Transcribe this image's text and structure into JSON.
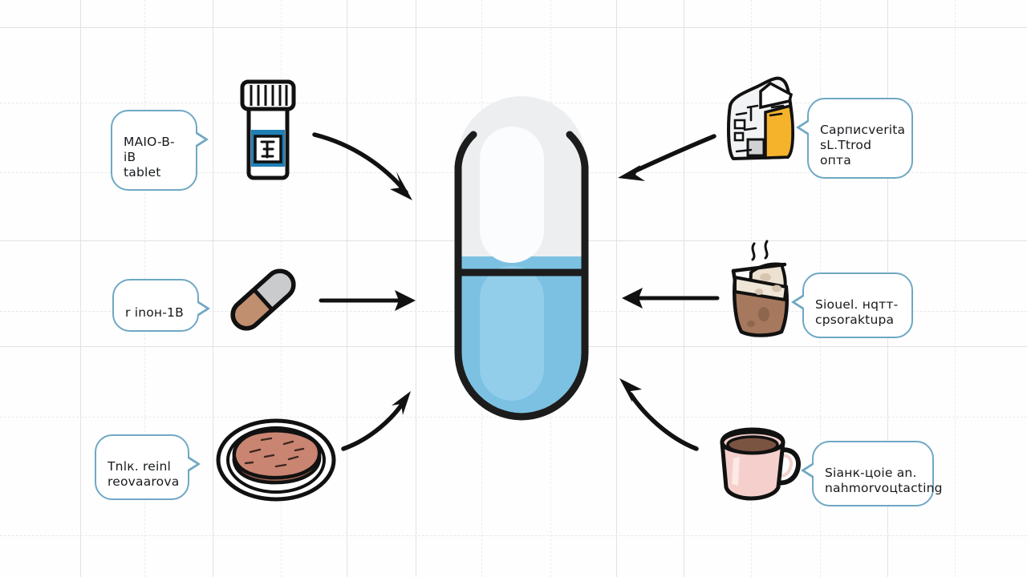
{
  "diagram": {
    "title_text": "",
    "background": {
      "style": "graph-paper-grid",
      "grid_color": "#e2e2e2",
      "page_color": "#fefefe"
    },
    "center": {
      "name": "capsule",
      "icon": "capsule-icon",
      "top_half_color": "#eceef0",
      "bottom_half_color": "#7cc1e2",
      "outline_color": "#1c1c1c"
    },
    "accent_color": "#6fa8c4",
    "left_items": [
      {
        "icon": "medicine-bottle-icon",
        "label": "MAIO-B-iB\ntablet",
        "arrow": "curved-arrow-down-right",
        "colors": {
          "liquid": "#1f7fb5",
          "body": "#ffffff",
          "cap": "#ffffff"
        }
      },
      {
        "icon": "capsule-pill-icon",
        "label": "r inoн-1B",
        "arrow": "straight-arrow-right",
        "colors": {
          "top": "#c9cbcd",
          "bottom": "#c08f70"
        }
      },
      {
        "icon": "plate-of-food-icon",
        "label": "Tnlк. reinl\nreovaarova",
        "arrow": "curved-arrow-up-right",
        "colors": {
          "food": "#c98572",
          "plate": "#ffffff"
        }
      }
    ],
    "right_items": [
      {
        "icon": "appliance-box-icon",
        "label": "Сapписverita\nsL.Ttrod опта",
        "arrow": "curved-arrow-down-left",
        "colors": {
          "body": "#f2f3f4",
          "panel": "#f5b32c"
        }
      },
      {
        "icon": "steaming-cup-icon",
        "label": "Siouel. нqтт-\ncpsoraktupa",
        "arrow": "straight-arrow-left",
        "colors": {
          "drink": "#a6785d",
          "foam": "#ede2d2"
        }
      },
      {
        "icon": "coffee-mug-icon",
        "label": "Siaнк-цoie an.\nnahmorvoцtacting",
        "arrow": "curved-arrow-up-left",
        "colors": {
          "mug": "#f4cfcb",
          "coffee": "#7b5341"
        }
      }
    ]
  }
}
